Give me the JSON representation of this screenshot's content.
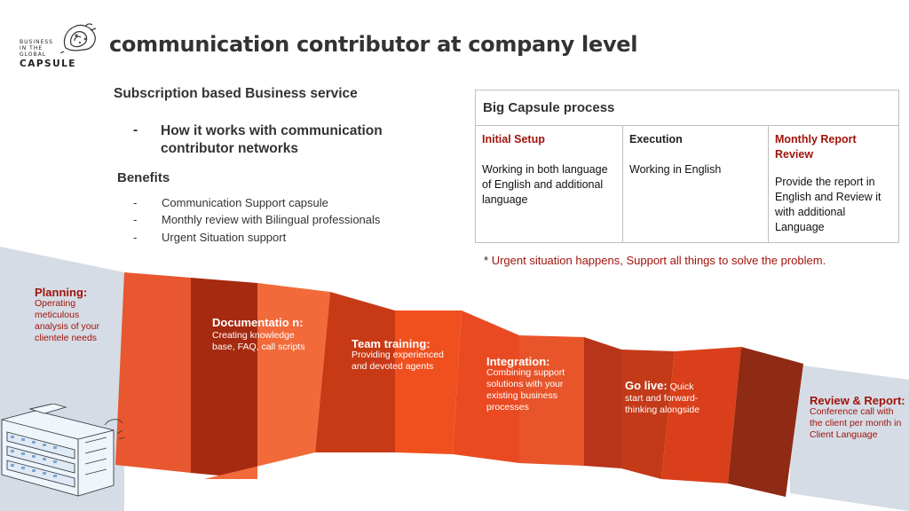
{
  "logo": {
    "line1": "BUSINESS",
    "line2": "IN THE",
    "line3": "GLOBAL",
    "line4": "CAPSULE"
  },
  "title": "communication contributor at company level",
  "subscription_title": "Subscription based Business service",
  "how_it_works": {
    "dash": "-",
    "text": "How it works with communication contributor networks"
  },
  "benefits": {
    "title": "Benefits",
    "items": [
      "Communication Support capsule",
      "Monthly review with Bilingual professionals",
      "Urgent Situation support"
    ]
  },
  "process_table": {
    "header": "Big Capsule process",
    "columns": [
      {
        "phase": "Initial Setup",
        "desc": "Working in both language of  English and additional language"
      },
      {
        "phase": "Execution",
        "desc": "Working in English"
      },
      {
        "phase": "Monthly Report Review",
        "desc": "Provide the report in English and Review it with additional Language"
      }
    ]
  },
  "note": {
    "star": "*",
    "text": "Urgent situation happens, Support all things to solve the problem."
  },
  "steps": [
    {
      "title": "Planning:",
      "desc": "Operating meticulous analysis of your clientele needs"
    },
    {
      "title": "Documentatio n:",
      "desc": "Creating knowledge base, FAQ, call scripts"
    },
    {
      "title": "Team training:",
      "desc": "Providing experienced and devoted agents"
    },
    {
      "title": "Integration:",
      "desc": "Combining support solutions with your existing business processes"
    },
    {
      "title": "Go live:",
      "desc": "Quick start and forward-thinking alongside"
    },
    {
      "title": "Review & Report:",
      "desc": "Conference call with the client per month in Client Language"
    }
  ],
  "colors": {
    "accent_red": "#a0140c",
    "band_gray": "#d5dce5",
    "segments": [
      "#e8572f",
      "#a52a10",
      "#f26a3a",
      "#c83a16",
      "#f0501e",
      "#ea4a22",
      "#c23a18",
      "#b8341a",
      "#d93f1a",
      "#8f2a14"
    ]
  },
  "icons": [
    "capsule-logo-icon",
    "server-rack-sketch-icon"
  ]
}
